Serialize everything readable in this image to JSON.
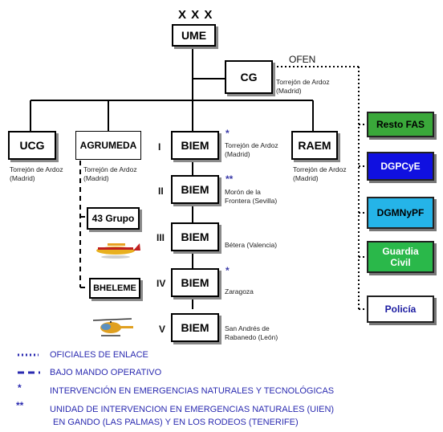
{
  "top": {
    "xxx": "X X X",
    "ume": "UME"
  },
  "cg": {
    "label": "CG",
    "location": "Torrejón de Ardoz (Madrid)",
    "ofen": "OFEN"
  },
  "units": {
    "ucg": {
      "label": "UCG",
      "location": "Torrejón de Ardoz (Madrid)"
    },
    "agrumeda": {
      "label": "AGRUMEDA",
      "location": "Torrejón de Ardoz (Madrid)"
    },
    "raem": {
      "label": "RAEM",
      "location": "Torrejón de Ardoz (Madrid)"
    }
  },
  "agrumeda_sub": {
    "grupo": "43 Grupo",
    "bheleme": "BHELEME"
  },
  "biems": [
    {
      "roman": "I",
      "label": "BIEM",
      "mark": "*",
      "location": "Torrejón de Ardoz (Madrid)"
    },
    {
      "roman": "II",
      "label": "BIEM",
      "mark": "**",
      "location": "Morón de la Frontera (Sevilla)"
    },
    {
      "roman": "III",
      "label": "BIEM",
      "mark": "",
      "location": "Bétera (Valencia)"
    },
    {
      "roman": "IV",
      "label": "BIEM",
      "mark": "*",
      "location": "Zaragoza"
    },
    {
      "roman": "V",
      "label": "BIEM",
      "mark": "",
      "location": "San Andrés de Rabanedo (León)"
    }
  ],
  "agencies": [
    {
      "label": "Resto FAS",
      "bg": "#3aa83a",
      "color": "#000000"
    },
    {
      "label": "DGPCyE",
      "bg": "#1010e0",
      "color": "#ffffff"
    },
    {
      "label": "DGMNyPF",
      "bg": "#25b4e8",
      "color": "#000000"
    },
    {
      "label": "Guardia Civil",
      "bg": "#2ab84a",
      "color": "#ffffff"
    },
    {
      "label": "Policía",
      "bg": "#ffffff",
      "color": "#1a1aa0"
    }
  ],
  "legend": {
    "enlace": "OFICIALES DE ENLACE",
    "operativo": "BAJO MANDO OPERATIVO",
    "star1": "*",
    "star1_text": "INTERVENCIÓN EN EMERGENCIAS NATURALES Y TECNOLÓGICAS",
    "star2": "**",
    "star2_text1": "UNIDAD DE INTERVENCION EN EMERGENCIAS NATURALES (UIEN)",
    "star2_text2": "EN GANDO (LAS PALMAS)  Y EN LOS RODEOS  (TENERIFE)"
  },
  "colors": {
    "legend_blue": "#2a2ab0",
    "line": "#000000"
  }
}
